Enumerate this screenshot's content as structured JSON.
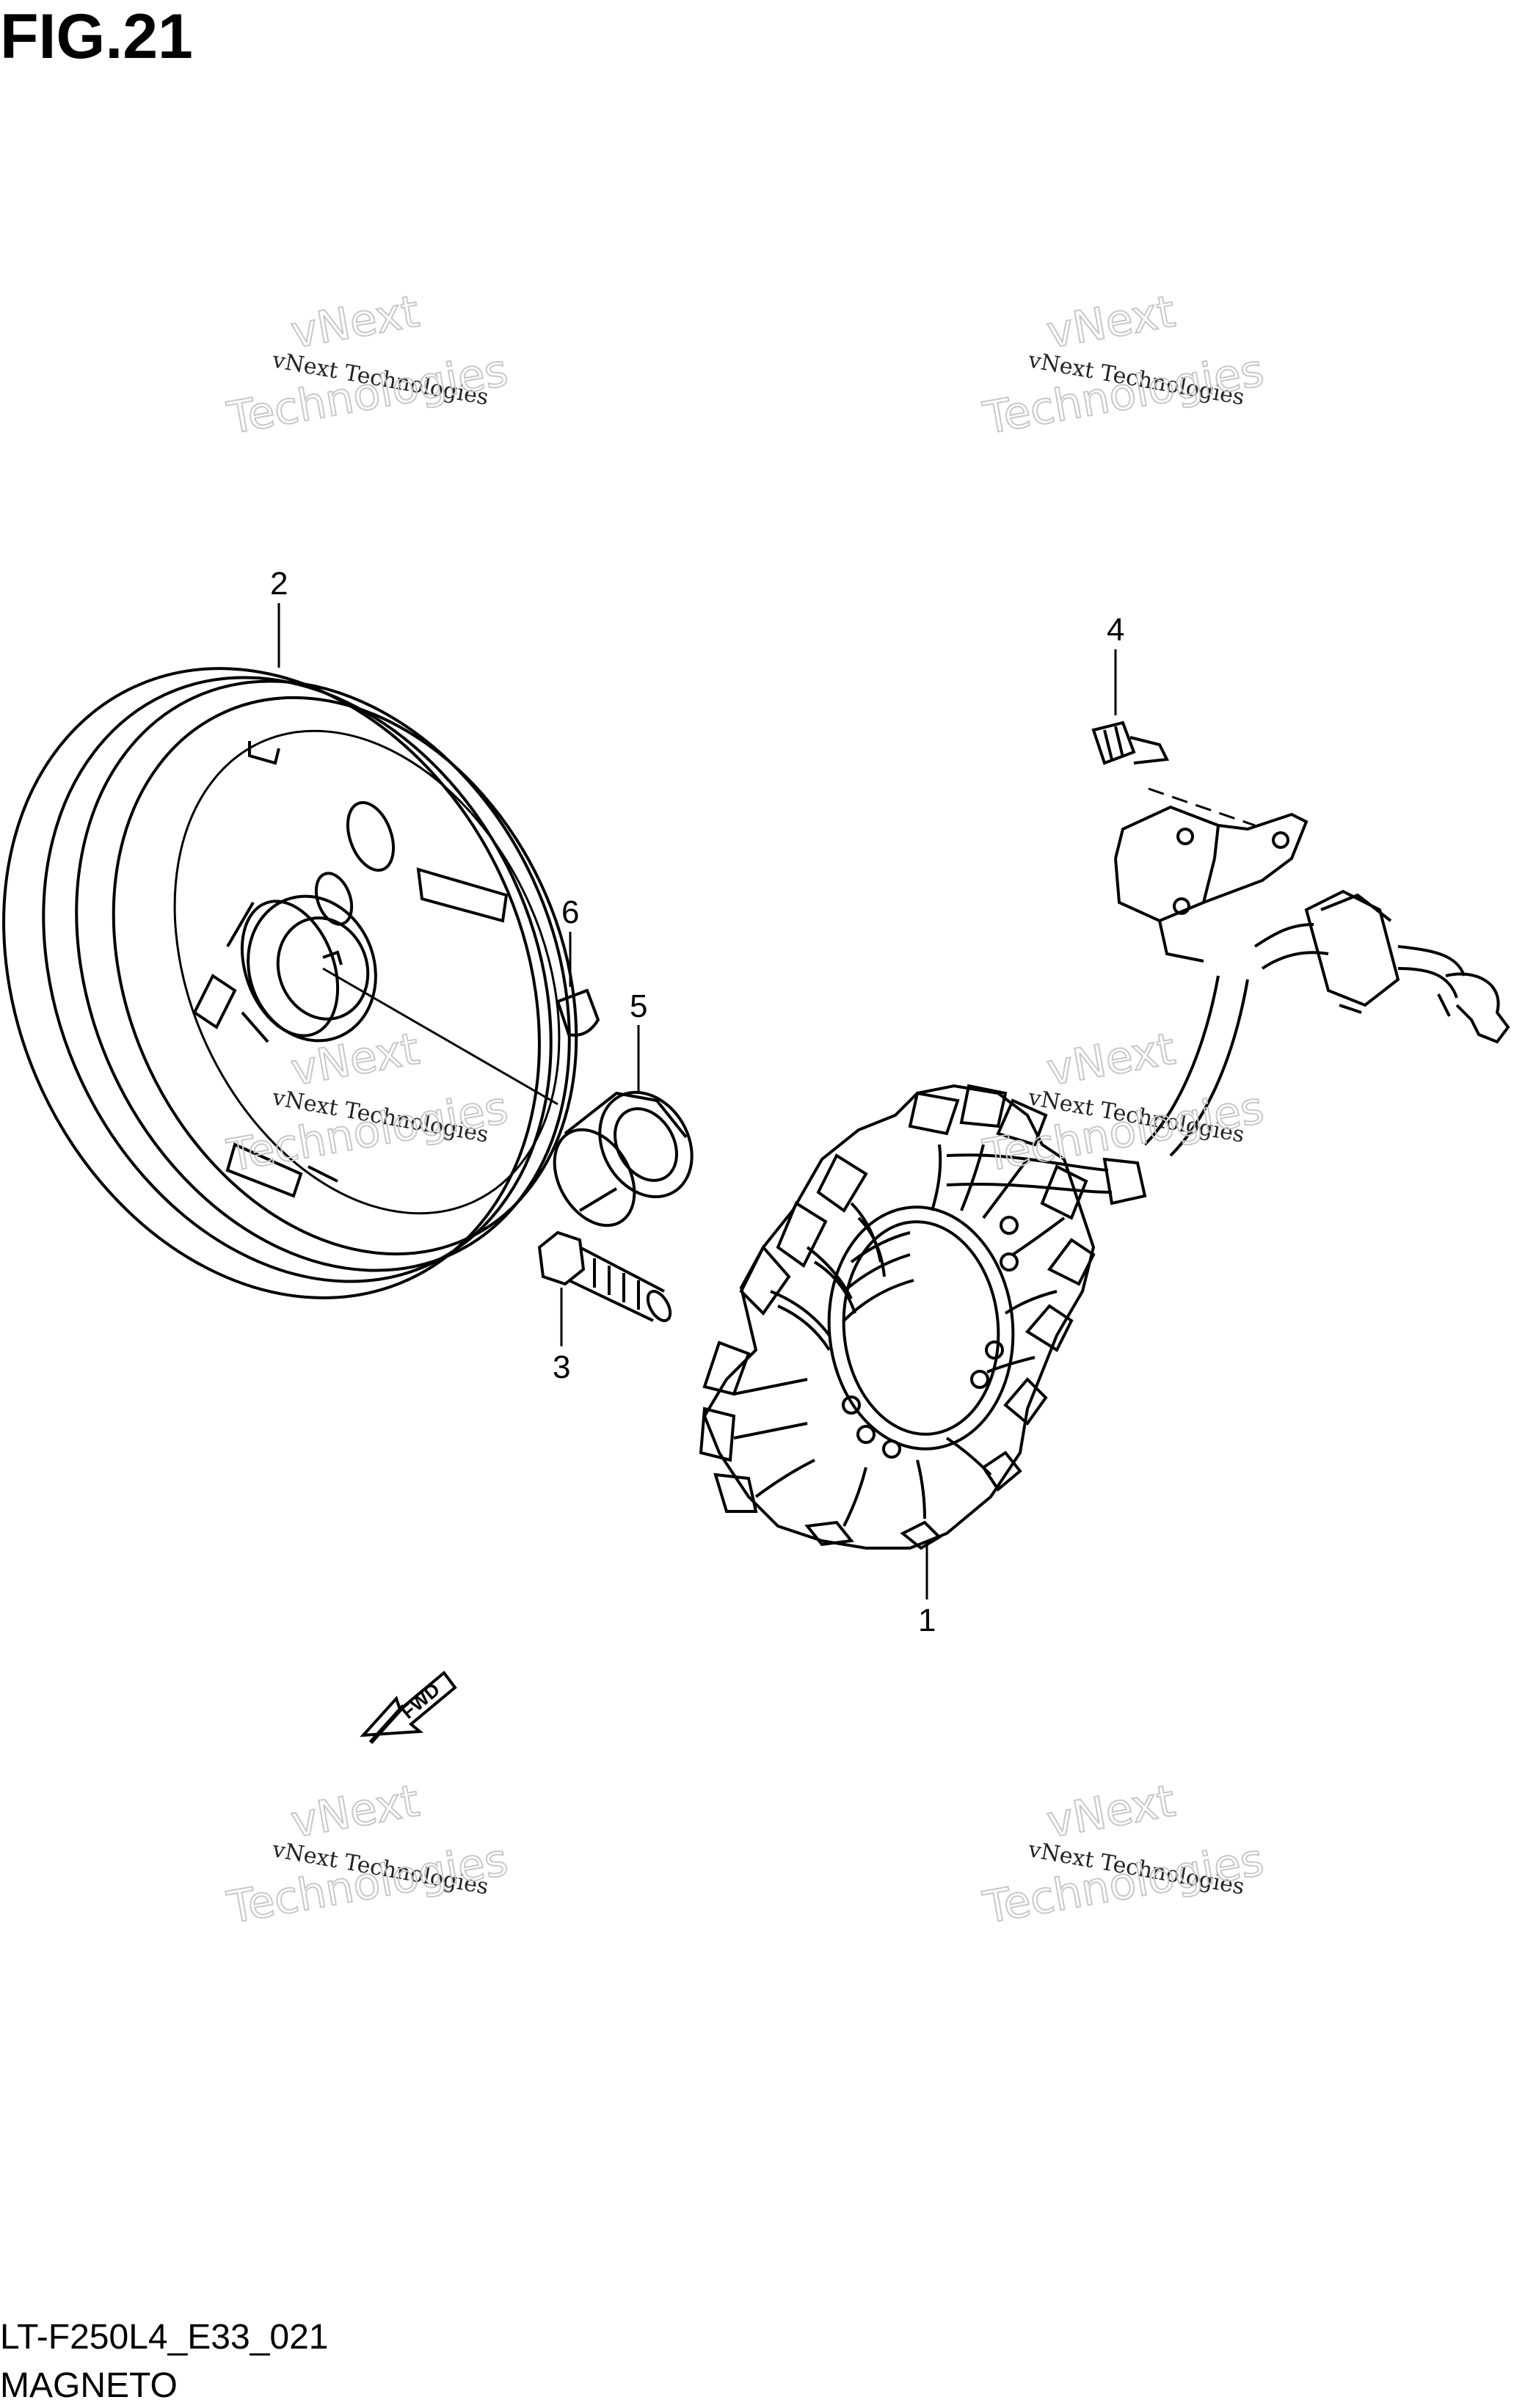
{
  "figure": {
    "title": "FIG.21",
    "code": "LT-F250L4_E33_021",
    "caption": "MAGNETO"
  },
  "callouts": [
    {
      "id": "1",
      "label": "1"
    },
    {
      "id": "2",
      "label": "2"
    },
    {
      "id": "3",
      "label": "3"
    },
    {
      "id": "4",
      "label": "4"
    },
    {
      "id": "5",
      "label": "5"
    },
    {
      "id": "6",
      "label": "6"
    }
  ],
  "fwd_arrow": {
    "label": "FWD"
  },
  "watermark": {
    "line1": "vNext Technologies",
    "line2": "vNext",
    "line3": "Technologies"
  }
}
